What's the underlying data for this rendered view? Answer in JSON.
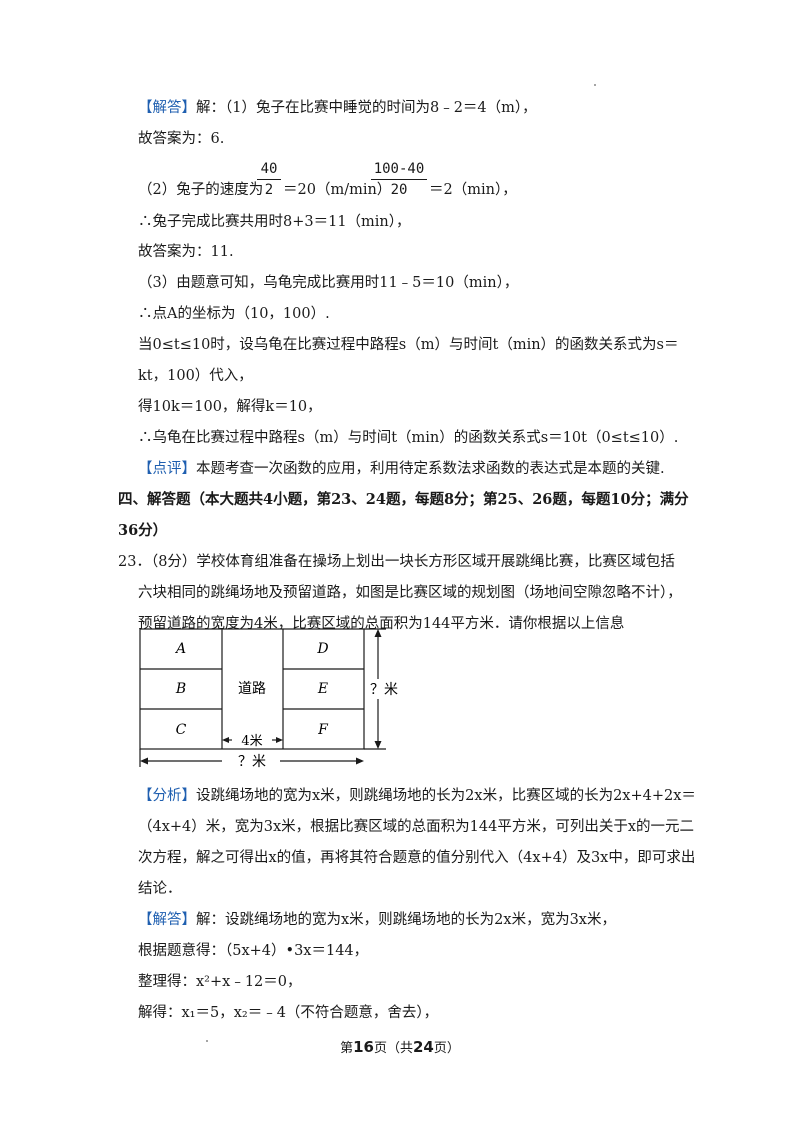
{
  "marks": {
    "jieda": "【解答】",
    "dianping": "【点评】",
    "fenxi": "【分析】"
  },
  "lines": {
    "l1": "解：（1）兔子在比赛中睡觉的时间为8﹣2＝4（m），",
    "l2": "故答案为：6.",
    "l3a": "（2）兔子的速度为",
    "l3b": "＝20（m/min）",
    "l3c": "＝2（min），",
    "l4": "∴兔子完成比赛共用时8+3＝11（min），",
    "l5": "故答案为：11.",
    "l6": "（3）由题意可知，乌龟完成比赛用时11﹣5＝10（min），",
    "l7": "∴点A的坐标为（10，100）.",
    "l8": "当0≤t≤10时，设乌龟在比赛过程中路程s（m）与时间t（min）的函数关系式为s＝",
    "l9": "kt，100）代入，",
    "l10": "得10k＝100，解得k＝10，",
    "l11": "∴乌龟在比赛过程中路程s（m）与时间t（min）的函数关系式s＝10t（0≤t≤10）.",
    "l12": "本题考查一次函数的应用，利用待定系数法求函数的表达式是本题的关键.",
    "sec1": "四、解答题（本大题共4小题，第23、24题，每题8分；第25、26题，每题10分；满分",
    "sec2": "36分）",
    "q1": "23．（8分）学校体育组准备在操场上划出一块长方形区域开展跳绳比赛，比赛区域包括",
    "q2": "六块相同的跳绳场地及预留道路，如图是比赛区域的规划图（场地间空隙忽略不计），",
    "q3": "预留道路的宽度为4米，比赛区域的总面积为144平方米．请你根据以上信息",
    "a1": "设跳绳场地的宽为x米，则跳绳场地的长为2x米，比赛区域的长为2x+4+2x＝",
    "a2": "（4x+4）米，宽为3x米，根据比赛区域的总面积为144平方米，可列出关于x的一元二",
    "a3": "次方程，解之可得出x的值，再将其符合题意的值分别代入（4x+4）及3x中，即可求出",
    "a4": "结论．",
    "s1": "解：设跳绳场地的宽为x米，则跳绳场地的长为2x米，宽为3x米，",
    "s2": "根据题意得：（5x+4）•3x＝144，",
    "s3": "整理得：x²+x﹣12＝0，",
    "s4": "解得：x₁＝5，x₂＝﹣4（不符合题意，舍去），"
  },
  "fractions": {
    "f1_num": "40",
    "f1_den": "2",
    "f2_num": "100-40",
    "f2_den": "20"
  },
  "figure": {
    "cells": [
      "A",
      "B",
      "C",
      "D",
      "E",
      "F"
    ],
    "road": "道路",
    "road_width": "4米",
    "height_label": "？米",
    "width_label": "？米"
  },
  "footer": {
    "prefix": "第",
    "page": "16",
    "mid": "页（共",
    "total": "24",
    "suffix": "页）"
  }
}
